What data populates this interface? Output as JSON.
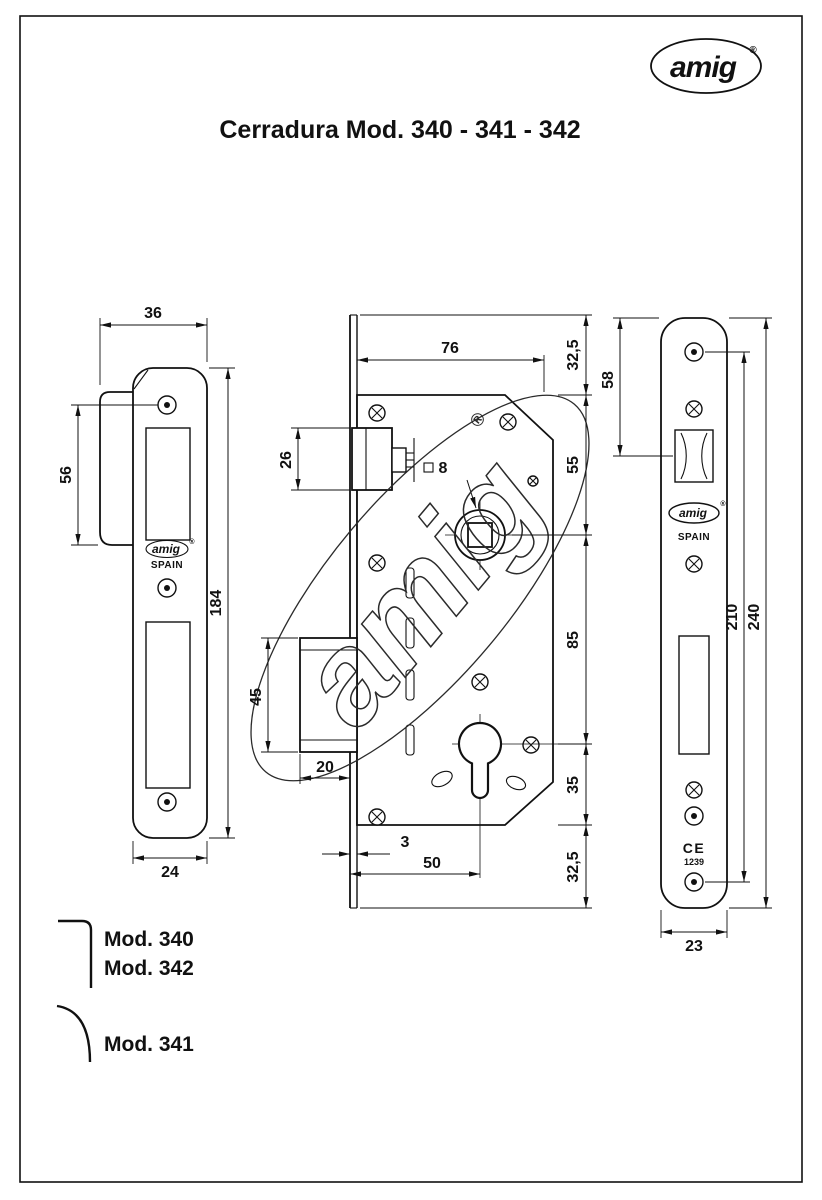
{
  "title": "Cerradura Mod. 340 - 341 - 342",
  "brand": {
    "name": "amig",
    "registered": "®",
    "spain": "SPAIN",
    "ce_mark": "CE",
    "ce_number": "1239"
  },
  "strike_plate": {
    "dim_total_width": "36",
    "dim_lip_height": "56",
    "dim_height": "184",
    "dim_plate_width": "24"
  },
  "lock_body": {
    "dim_case_width": "76",
    "dim_latch_height": "26",
    "dim_spindle": "8",
    "dim_bolt_height": "45",
    "dim_bolt_throw": "20",
    "dim_plate_thickness": "3",
    "dim_backset": "50",
    "chain": [
      "32,5",
      "55",
      "85",
      "35",
      "32,5"
    ]
  },
  "faceplate": {
    "dim_top_to_latch": "58",
    "dim_screw_centers": "210",
    "dim_total_height": "240",
    "dim_width": "23"
  },
  "legend": {
    "square_models": [
      "Mod. 340",
      "Mod. 342"
    ],
    "round_models": [
      "Mod. 341"
    ]
  }
}
